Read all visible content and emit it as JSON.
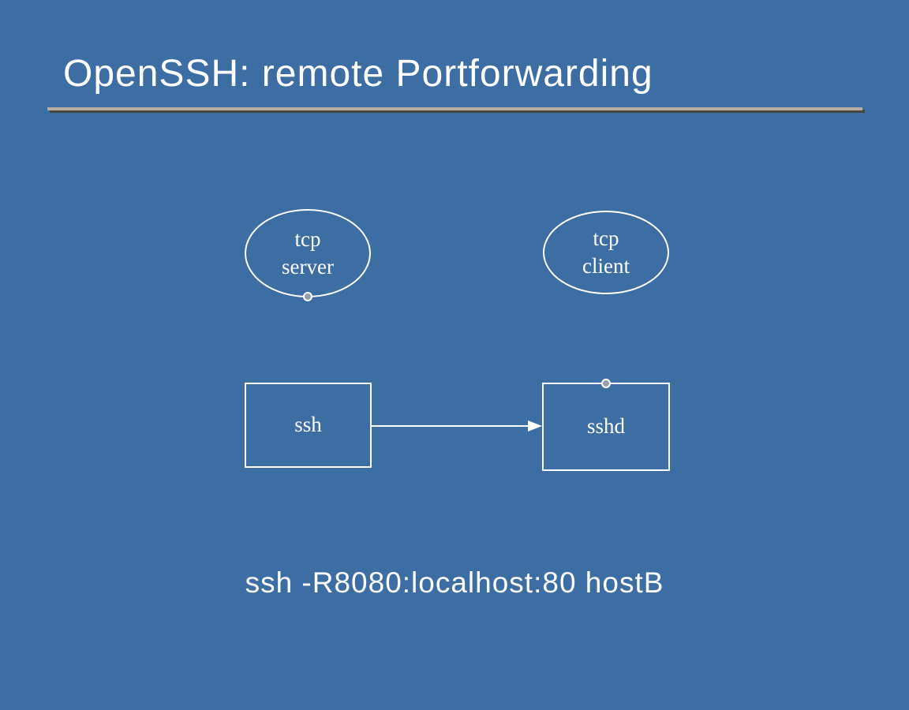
{
  "slide": {
    "title": "OpenSSH: remote Portforwarding",
    "command": "ssh -R8080:localhost:80 hostB"
  },
  "diagram": {
    "nodes": {
      "tcp_server": {
        "label": "tcp\nserver",
        "shape": "ellipse"
      },
      "tcp_client": {
        "label": "tcp\nclient",
        "shape": "ellipse"
      },
      "ssh": {
        "label": "ssh",
        "shape": "rectangle"
      },
      "sshd": {
        "label": "sshd",
        "shape": "rectangle"
      }
    },
    "connections": [
      {
        "from": "ssh",
        "to": "sshd",
        "style": "arrow"
      }
    ],
    "ports": [
      {
        "node": "tcp_server",
        "position": "bottom"
      },
      {
        "node": "sshd",
        "position": "top"
      }
    ]
  },
  "colors": {
    "background": "#3c6da3",
    "text": "#ffffff",
    "stroke": "#ffffff",
    "rule": "#b5ad9f",
    "rule_shadow": "#46463e",
    "dot_fill": "#93a0ad"
  }
}
